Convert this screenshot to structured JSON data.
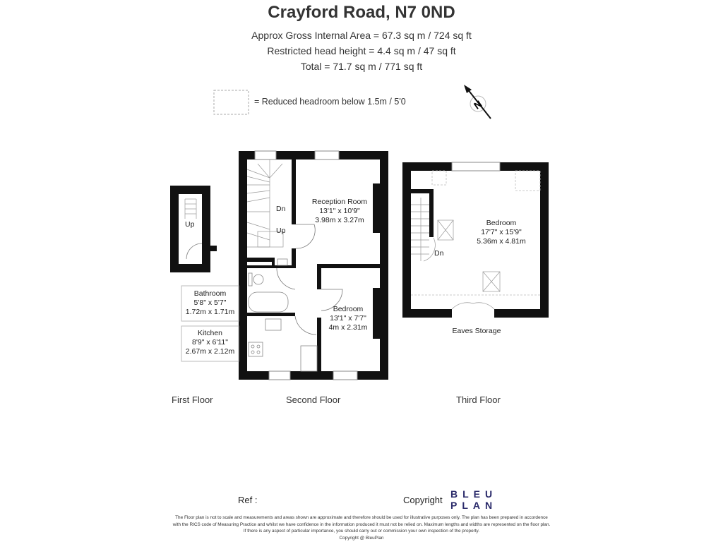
{
  "header": {
    "title": "Crayford Road, N7 0ND",
    "areas": [
      "Approx Gross Internal Area = 67.3 sq m / 724 sq ft",
      "Restricted head height = 4.4 sq m / 47 sq ft",
      "Total = 71.7 sq m / 771 sq ft"
    ]
  },
  "legend": {
    "text": "= Reduced headroom below 1.5m / 5'0"
  },
  "compass": {
    "icon": "north-arrow-icon",
    "letter": "N"
  },
  "floors": {
    "first": {
      "label": "First Floor",
      "stairs": "Up"
    },
    "second": {
      "label": "Second Floor",
      "stairs_down": "Dn",
      "stairs_up": "Up"
    },
    "third": {
      "label": "Third Floor",
      "stairs": "Dn"
    }
  },
  "rooms": [
    {
      "name": "Reception Room",
      "imperial": "13'1\" x 10'9\"",
      "metric": "3.98m x 3.27m"
    },
    {
      "name": "Bedroom",
      "imperial": "13'1\" x 7'7\"",
      "metric": "4m x 2.31m"
    },
    {
      "name": "Bathroom",
      "imperial": "5'8\" x 5'7\"",
      "metric": "1.72m x 1.71m"
    },
    {
      "name": "Kitchen",
      "imperial": "8'9\" x 6'11\"",
      "metric": "2.67m x 2.12m"
    },
    {
      "name": "Bedroom",
      "imperial": "17'7\" x 15'9\"",
      "metric": "5.36m x 4.81m"
    }
  ],
  "eaves": "Eaves Storage",
  "footer": {
    "ref_label": "Ref :",
    "copyright_label": "Copyright",
    "logo": [
      "BLEU",
      "PLAN"
    ],
    "disclaimer": [
      "The Floor plan is not to scale and measurements and areas shown are approximate and therefore should be used for illustrative purposes only. The plan has been prepared in accordence",
      "with the RICS code of Measuring Practice and whilst we have confidence in the information produced it must not be relied on. Maximum lengths and widths are represented on the floor plan.",
      "If there is any aspect of particular importance, you should carry out or commission your own inspection of the property.",
      "Copyright @ BleuPlan"
    ]
  },
  "colors": {
    "wall": "#111111",
    "logo": "#2a2a6a"
  }
}
